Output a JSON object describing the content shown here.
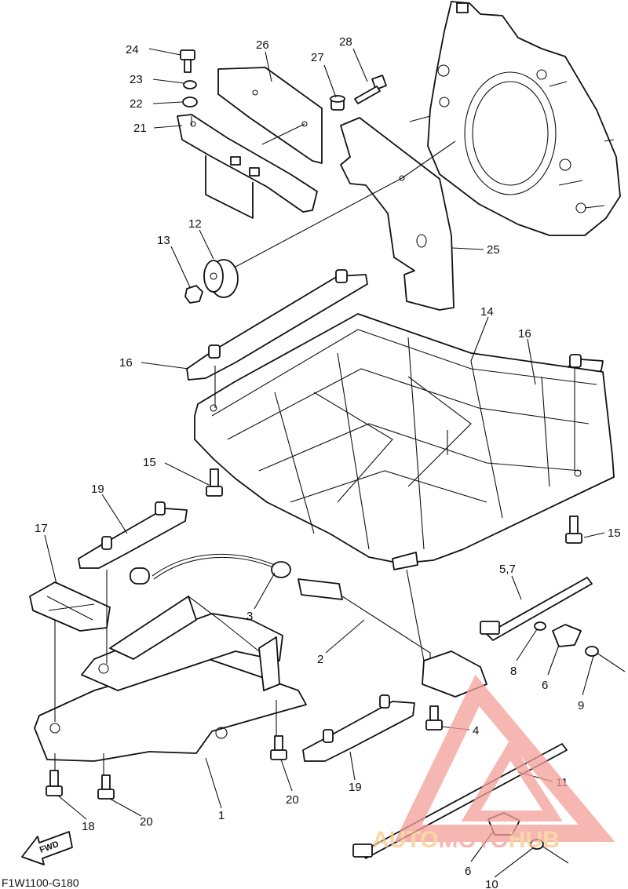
{
  "diagram_code": "F1W1100-G180",
  "fwd_label": "FWD",
  "watermark": {
    "brand_part1": "AUTO",
    "brand_part2": "MOTO",
    "brand_part3": "HUB",
    "color_primary": "#f4a09a",
    "color_secondary": "#f9c98a"
  },
  "callouts": {
    "c24": "24",
    "c23": "23",
    "c22": "22",
    "c21": "21",
    "c26": "26",
    "c27": "27",
    "c28": "28",
    "c25": "25",
    "c12": "12",
    "c13": "13",
    "c14": "14",
    "c16a": "16",
    "c16b": "16",
    "c15a": "15",
    "c15b": "15",
    "c19a": "19",
    "c19b": "19",
    "c17": "17",
    "c3": "3",
    "c2": "2",
    "c57": "5,7",
    "c8": "8",
    "c6a": "6",
    "c9": "9",
    "c4": "4",
    "c11": "11",
    "c6b": "6",
    "c10": "10",
    "c1": "1",
    "c18": "18",
    "c20a": "20",
    "c20b": "20"
  }
}
